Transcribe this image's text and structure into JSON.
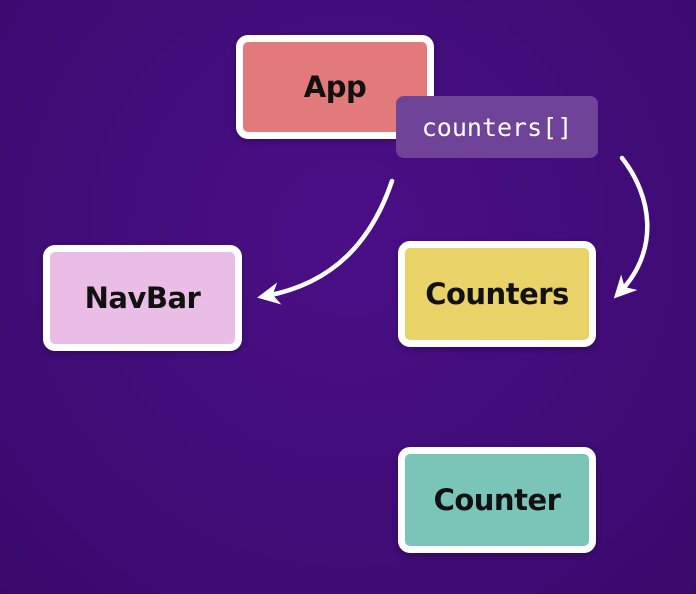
{
  "colors": {
    "background": "#410c78",
    "app": "#e2797a",
    "navbar": "#e9bde6",
    "counters": "#e9d267",
    "counter": "#7ac4b8",
    "state_tag": "#6f4397",
    "border": "#ffffff",
    "arrow": "#ffffff"
  },
  "nodes": {
    "app": "App",
    "navbar": "NavBar",
    "counters": "Counters",
    "counter": "Counter"
  },
  "state_tag": {
    "label": "counters[]"
  }
}
